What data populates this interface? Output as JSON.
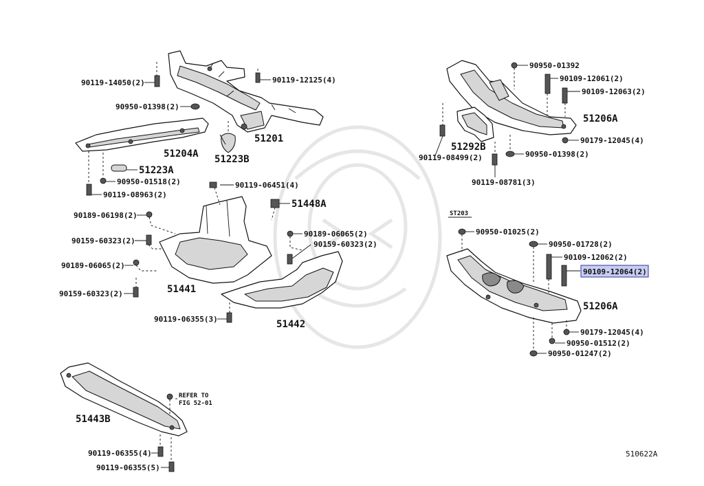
{
  "diagram_code": "510622A",
  "st_label": "ST203",
  "refer_note": [
    "REFER TO",
    "FIG 52-01"
  ],
  "group_labels": {
    "g51201": "51201",
    "g51204A": "51204A",
    "g51223A": "51223A",
    "g51223B": "51223B",
    "g51448A": "51448A",
    "g51441": "51441",
    "g51442": "51442",
    "g51443B": "51443B",
    "g51292B": "51292B",
    "g51206A_top": "51206A",
    "g51206A_bottom": "51206A"
  },
  "part_labels": {
    "p1": "90119-14050(2)",
    "p2": "90119-12125(4)",
    "p3": "90950-01398(2)",
    "p4": "90950-01518(2)",
    "p5": "90119-08963(2)",
    "p6": "90119-06451(4)",
    "p7": "90189-06198(2)",
    "p8": "90189-06065(2)",
    "p9": "90159-60323(2)",
    "p10": "90159-60323(2)",
    "p11": "90189-06065(2)",
    "p12": "90159-60323(2)",
    "p13": "90119-06355(3)",
    "p14": "90119-06355(4)",
    "p15": "90119-06355(5)",
    "p16": "90950-01392",
    "p17": "90109-12061(2)",
    "p18": "90109-12063(2)",
    "p19": "90179-12045(4)",
    "p20": "90950-01398(2)",
    "p21": "90119-08499(2)",
    "p22": "90119-08781(3)",
    "p23": "90950-01025(2)",
    "p24": "90950-01728(2)",
    "p25": "90109-12062(2)",
    "p26": "90109-12064(2)",
    "p27": "90179-12045(4)",
    "p28": "90950-01512(2)",
    "p29": "90950-01247(2)"
  },
  "highlighted_part": "90109-12064(2)"
}
